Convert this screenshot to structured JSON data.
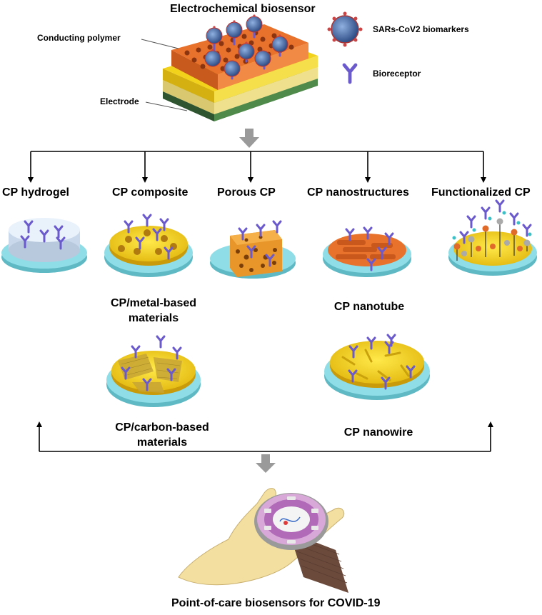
{
  "header": {
    "title": "Electrochemical biosensor",
    "conducting_polymer": "Conducting polymer",
    "electrode": "Electrode",
    "legend_virus": "SARs-CoV2 biomarkers",
    "legend_receptor": "Bioreceptor"
  },
  "categories": [
    {
      "label": "CP hydrogel"
    },
    {
      "label": "CP composite"
    },
    {
      "label": "Porous CP"
    },
    {
      "label": "CP nanostructures"
    },
    {
      "label": "Functionalized CP"
    }
  ],
  "sublabels": {
    "metal_line1": "CP/metal-based",
    "metal_line2": "materials",
    "carbon_line1": "CP/carbon-based",
    "carbon_line2": "materials",
    "nanotube": "CP nanotube",
    "nanowire": "CP nanowire"
  },
  "footer": {
    "title": "Point-of-care biosensors for COVID-19"
  },
  "colors": {
    "receptor": "#6a5acd",
    "polymer": "#e8712c",
    "gold": "#f2d21b",
    "disc": "#8fdde6",
    "virus": "#4a6fa8"
  }
}
